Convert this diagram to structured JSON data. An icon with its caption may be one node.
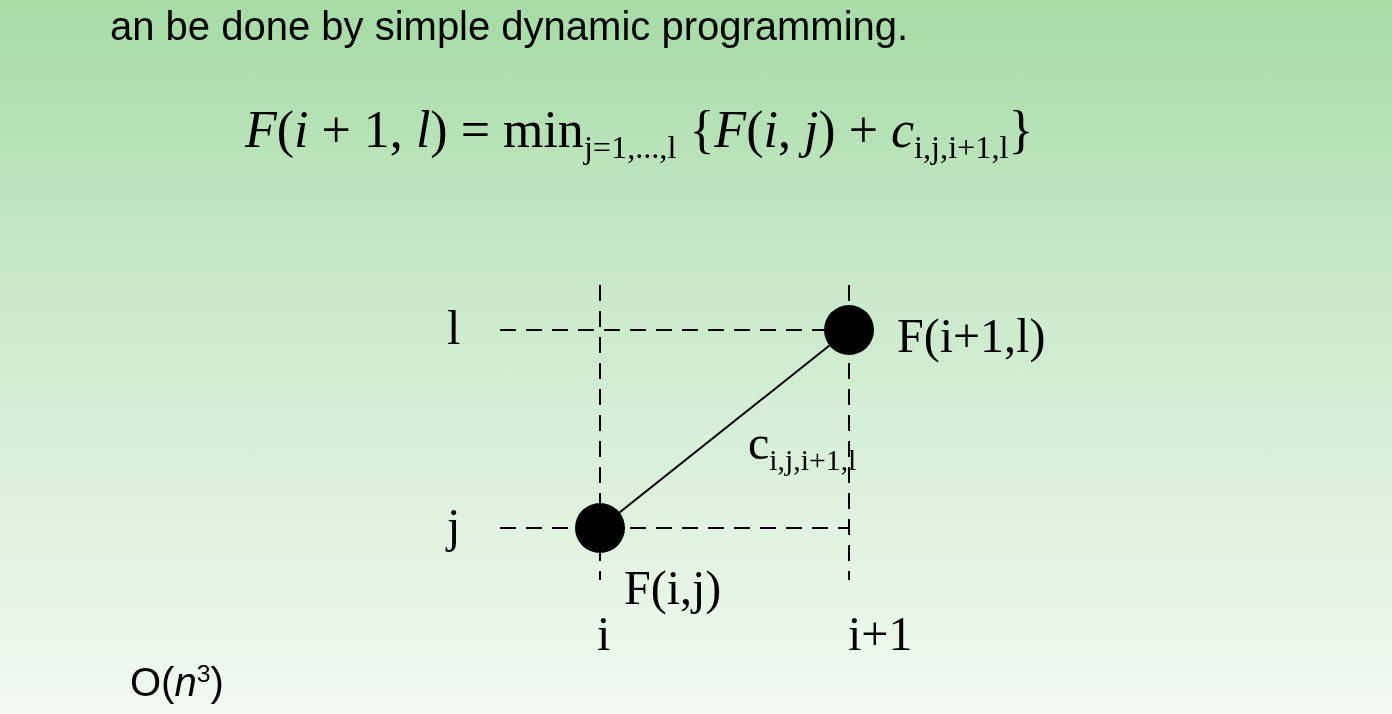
{
  "diagram": {
    "nodes": [
      {
        "text": [],
        "shape": "circle",
        "beside": [
          "F(i+1,l)"
        ]
      },
      {
        "text": [],
        "shape": "circle",
        "beside": [
          "F(i,j)"
        ]
      }
    ],
    "edges": [
      {
        "from": 1,
        "to": 0,
        "arrow": "none",
        "label": "c$_{i,j,i+1,l}$"
      }
    ],
    "labels": [
      "an be done by simple dynamic programming.",
      "*F*(*i* + 1, *l*) = min$_{j=1,...,l}$ {*F*(*i*, *j*) + *c*$_{i,j,i+1,l}$}",
      "l",
      "j",
      "i",
      "i+1",
      "O(*n*$^{3}$)"
    ]
  }
}
